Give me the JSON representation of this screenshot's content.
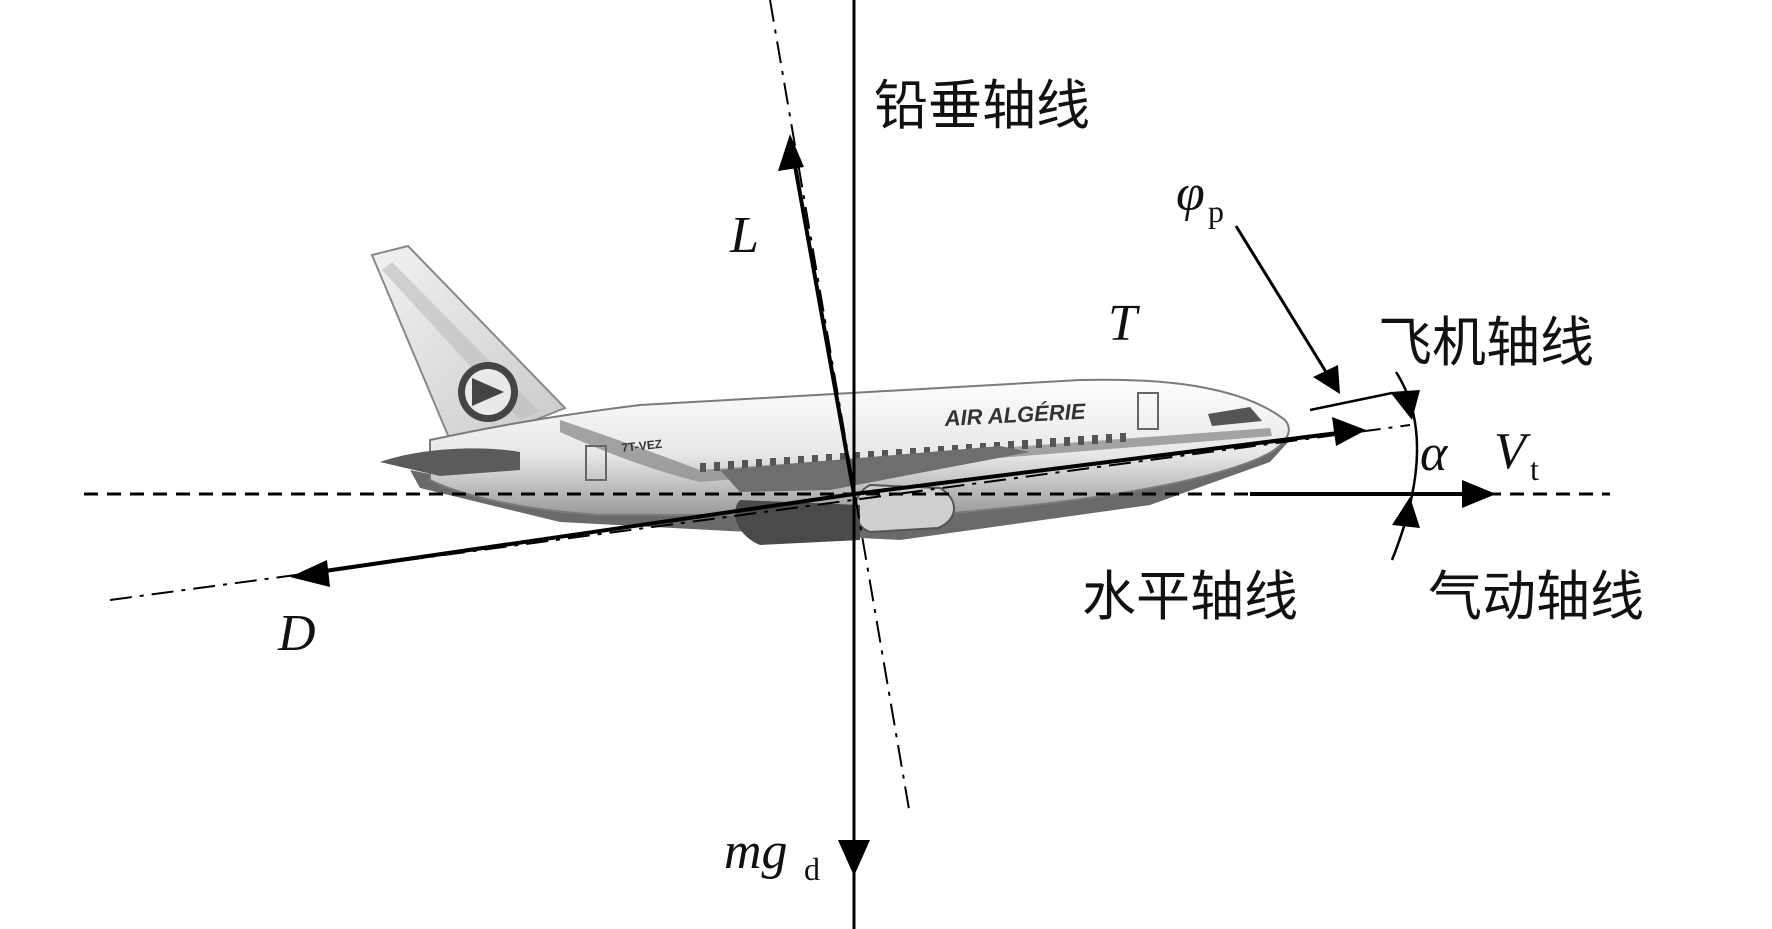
{
  "labels": {
    "vertical_axis": "铅垂轴线",
    "aircraft_axis": "飞机轴线",
    "horizontal_axis": "水平轴线",
    "aero_axis": "气动轴线"
  },
  "forces": {
    "lift": "L",
    "drag": "D",
    "thrust": "T",
    "weight_main": "mg",
    "weight_sub": "d"
  },
  "angles": {
    "thrust_angle_main": "φ",
    "thrust_angle_sub": "p",
    "attack": "α"
  },
  "velocity": {
    "main": "V",
    "sub": "t"
  },
  "aircraft": {
    "livery_text": "AIR ALGÉRIE",
    "registration": "7T-VEZ"
  },
  "colors": {
    "line": "#000000",
    "aircraft_body": "#e6e6e6",
    "aircraft_shadow": "#333333"
  }
}
